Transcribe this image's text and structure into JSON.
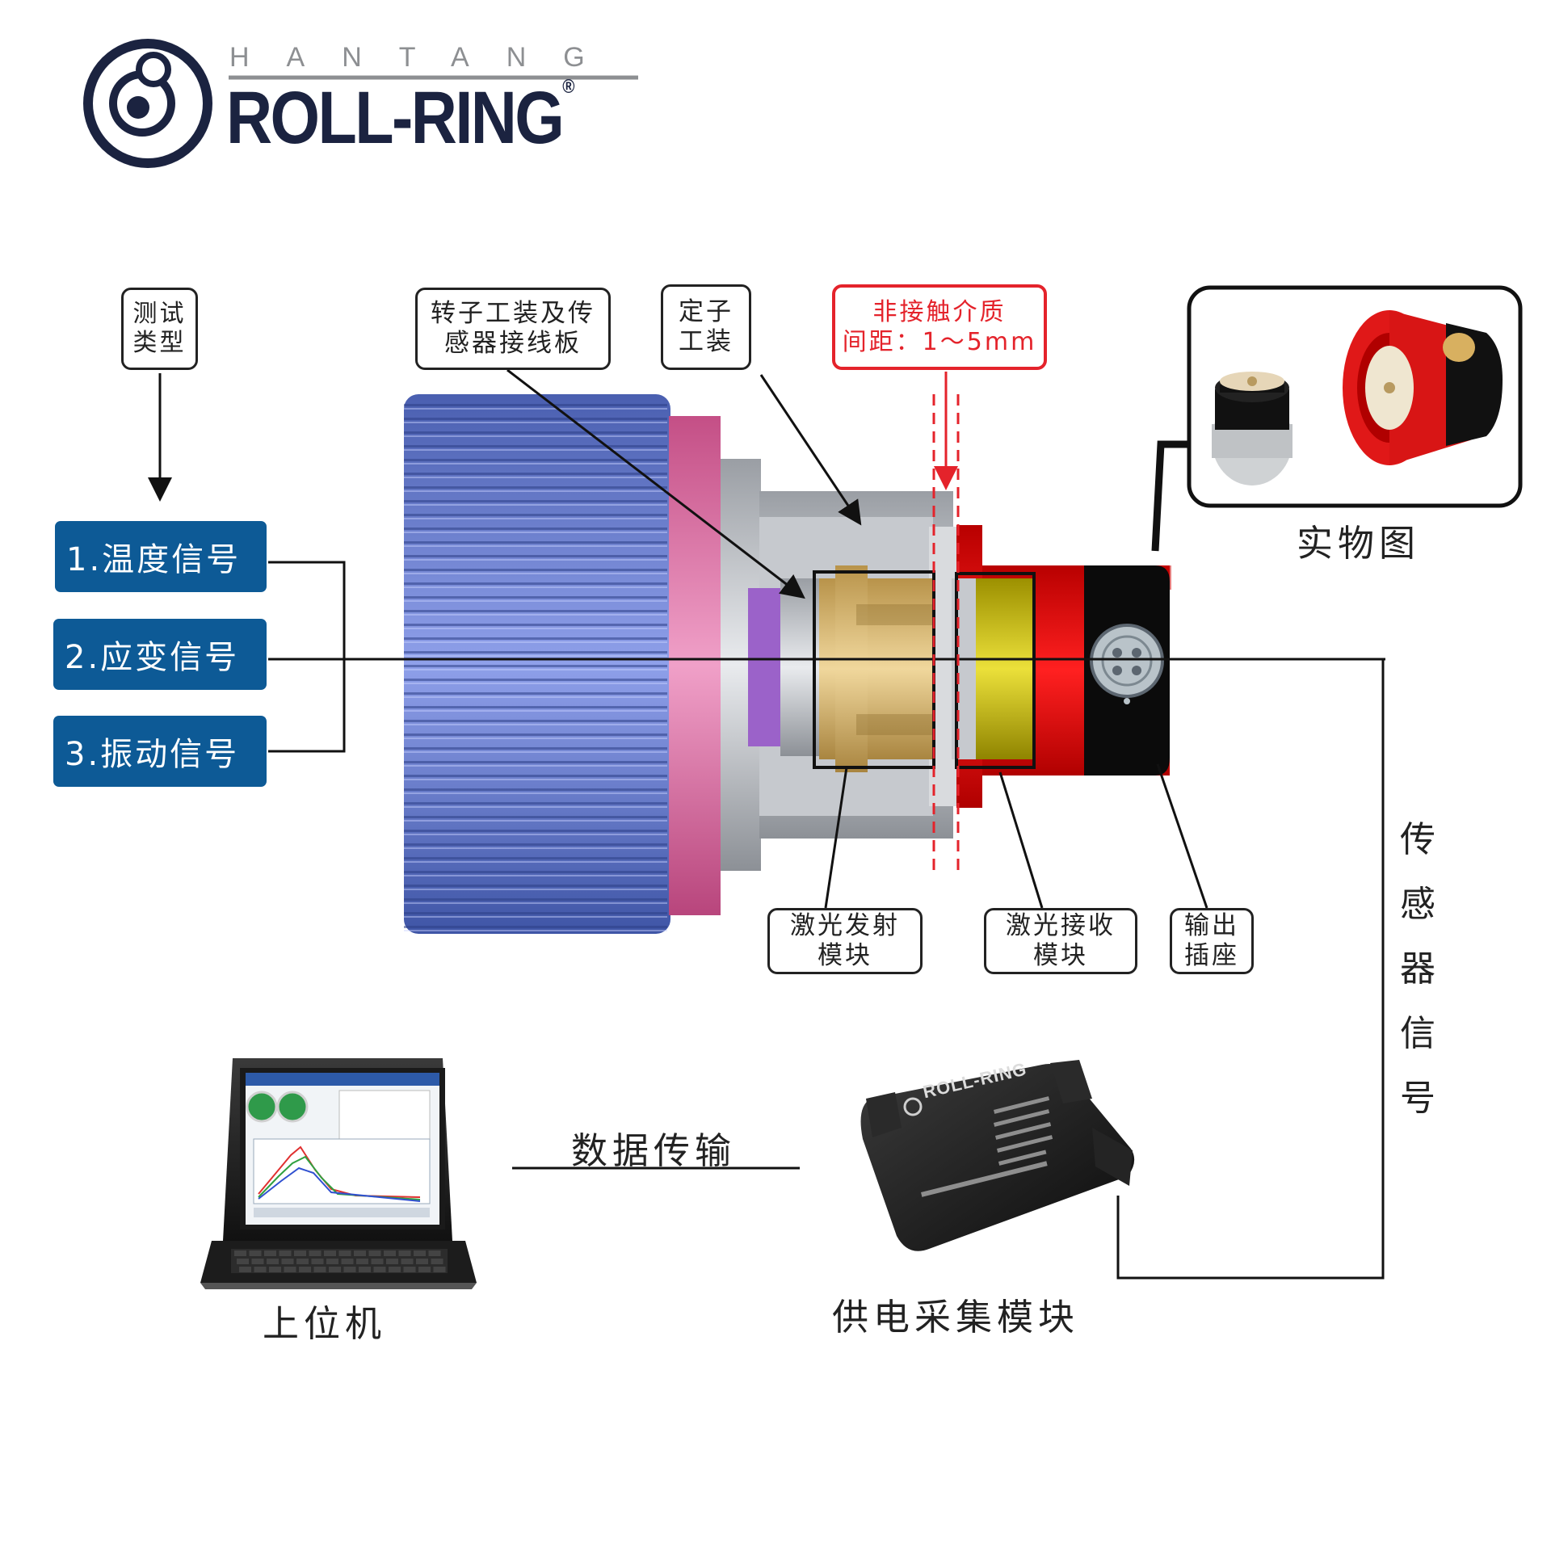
{
  "logo": {
    "top_text": "HANTANG",
    "brand": "ROLL-RING",
    "reg": "®"
  },
  "test_type_label": "测试\n类型",
  "signals": [
    "1.温度信号",
    "2.应变信号",
    "3.振动信号"
  ],
  "callouts": {
    "rotor": "转子工装及传\n感器接线板",
    "stator": "定子\n工装",
    "gap": "非接触介质\n间距：1～5mm",
    "laser_tx": "激光发射\n模块",
    "laser_rx": "激光接收\n模块",
    "output": "输出\n插座"
  },
  "photo_caption": "实物图",
  "sensor_signal_caption": [
    "传",
    "感",
    "器",
    "信",
    "号"
  ],
  "data_transfer_caption": "数据传输",
  "host_caption": "上位机",
  "power_module_caption": "供电采集模块",
  "module_brand": "ROLL-RING",
  "colors": {
    "signal_box": "#0d5a96",
    "gap_red": "#e4232b",
    "logo_navy": "#1b2340"
  }
}
